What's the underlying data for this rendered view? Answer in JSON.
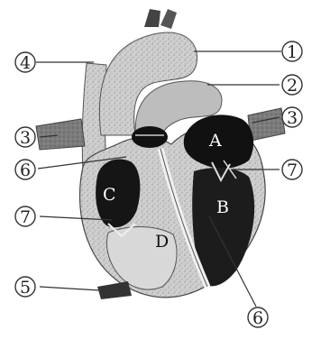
{
  "callouts": [
    {
      "id": "c1",
      "text": "1"
    },
    {
      "id": "c2",
      "text": "2"
    },
    {
      "id": "c3r",
      "text": "3"
    },
    {
      "id": "c7r",
      "text": "7"
    },
    {
      "id": "c6b",
      "text": "6"
    },
    {
      "id": "c4",
      "text": "4"
    },
    {
      "id": "c3l",
      "text": "3"
    },
    {
      "id": "c6l",
      "text": "6"
    },
    {
      "id": "c7l",
      "text": "7"
    },
    {
      "id": "c5",
      "text": "5"
    }
  ],
  "chambers": {
    "A": "A",
    "B": "B",
    "C": "C",
    "D": "D"
  }
}
